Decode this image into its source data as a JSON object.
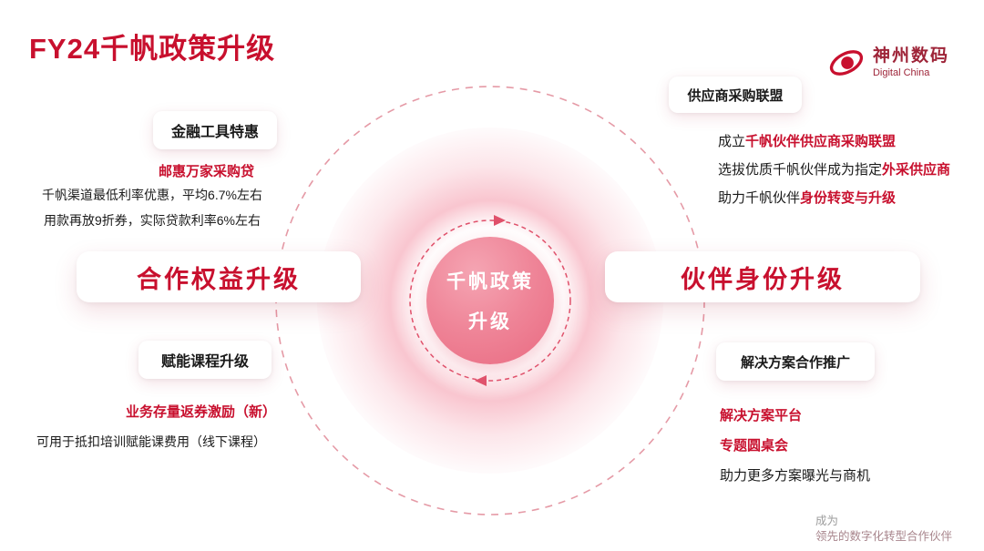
{
  "slide": {
    "title": "FY24千帆政策升级"
  },
  "logo": {
    "name_cn": "神州数码",
    "name_en": "Digital China"
  },
  "center": {
    "line1": "千帆政策",
    "line2": "升级"
  },
  "left": {
    "finance": {
      "card_label": "金融工具特惠",
      "highlight": "邮惠万家采购贷",
      "detail1": "千帆渠道最低利率优惠，平均6.7%左右",
      "detail2": "用款再放9折券，实际贷款利率6%左右"
    },
    "main_card_label": "合作权益升级",
    "course": {
      "card_label": "赋能课程升级",
      "highlight": "业务存量返券激励（新）",
      "detail1": "可用于抵扣培训赋能课费用（线下课程）"
    }
  },
  "right": {
    "supplier": {
      "card_label": "供应商采购联盟",
      "line1_prefix": "成立",
      "line1_highlight": "千帆伙伴供应商采购联盟",
      "line2_prefix": "选拔优质千帆伙伴成为指定",
      "line2_highlight": "外采供应商",
      "line3_prefix": "助力千帆伙伴",
      "line3_highlight": "身份转变与升级"
    },
    "main_card_label": "伙伴身份升级",
    "solution": {
      "card_label": "解决方案合作推广",
      "highlight1": "解决方案平台",
      "highlight2": "专题圆桌会",
      "detail1": "助力更多方案曝光与商机"
    }
  },
  "footer": {
    "line1": "成为",
    "line2": "领先的数字化转型合作伙伴"
  },
  "colors": {
    "accent": "#c8102e",
    "core_pink": "#ef7d92",
    "glow_pink": "#f4a0b0",
    "dashed_ring": "#e0516b"
  }
}
